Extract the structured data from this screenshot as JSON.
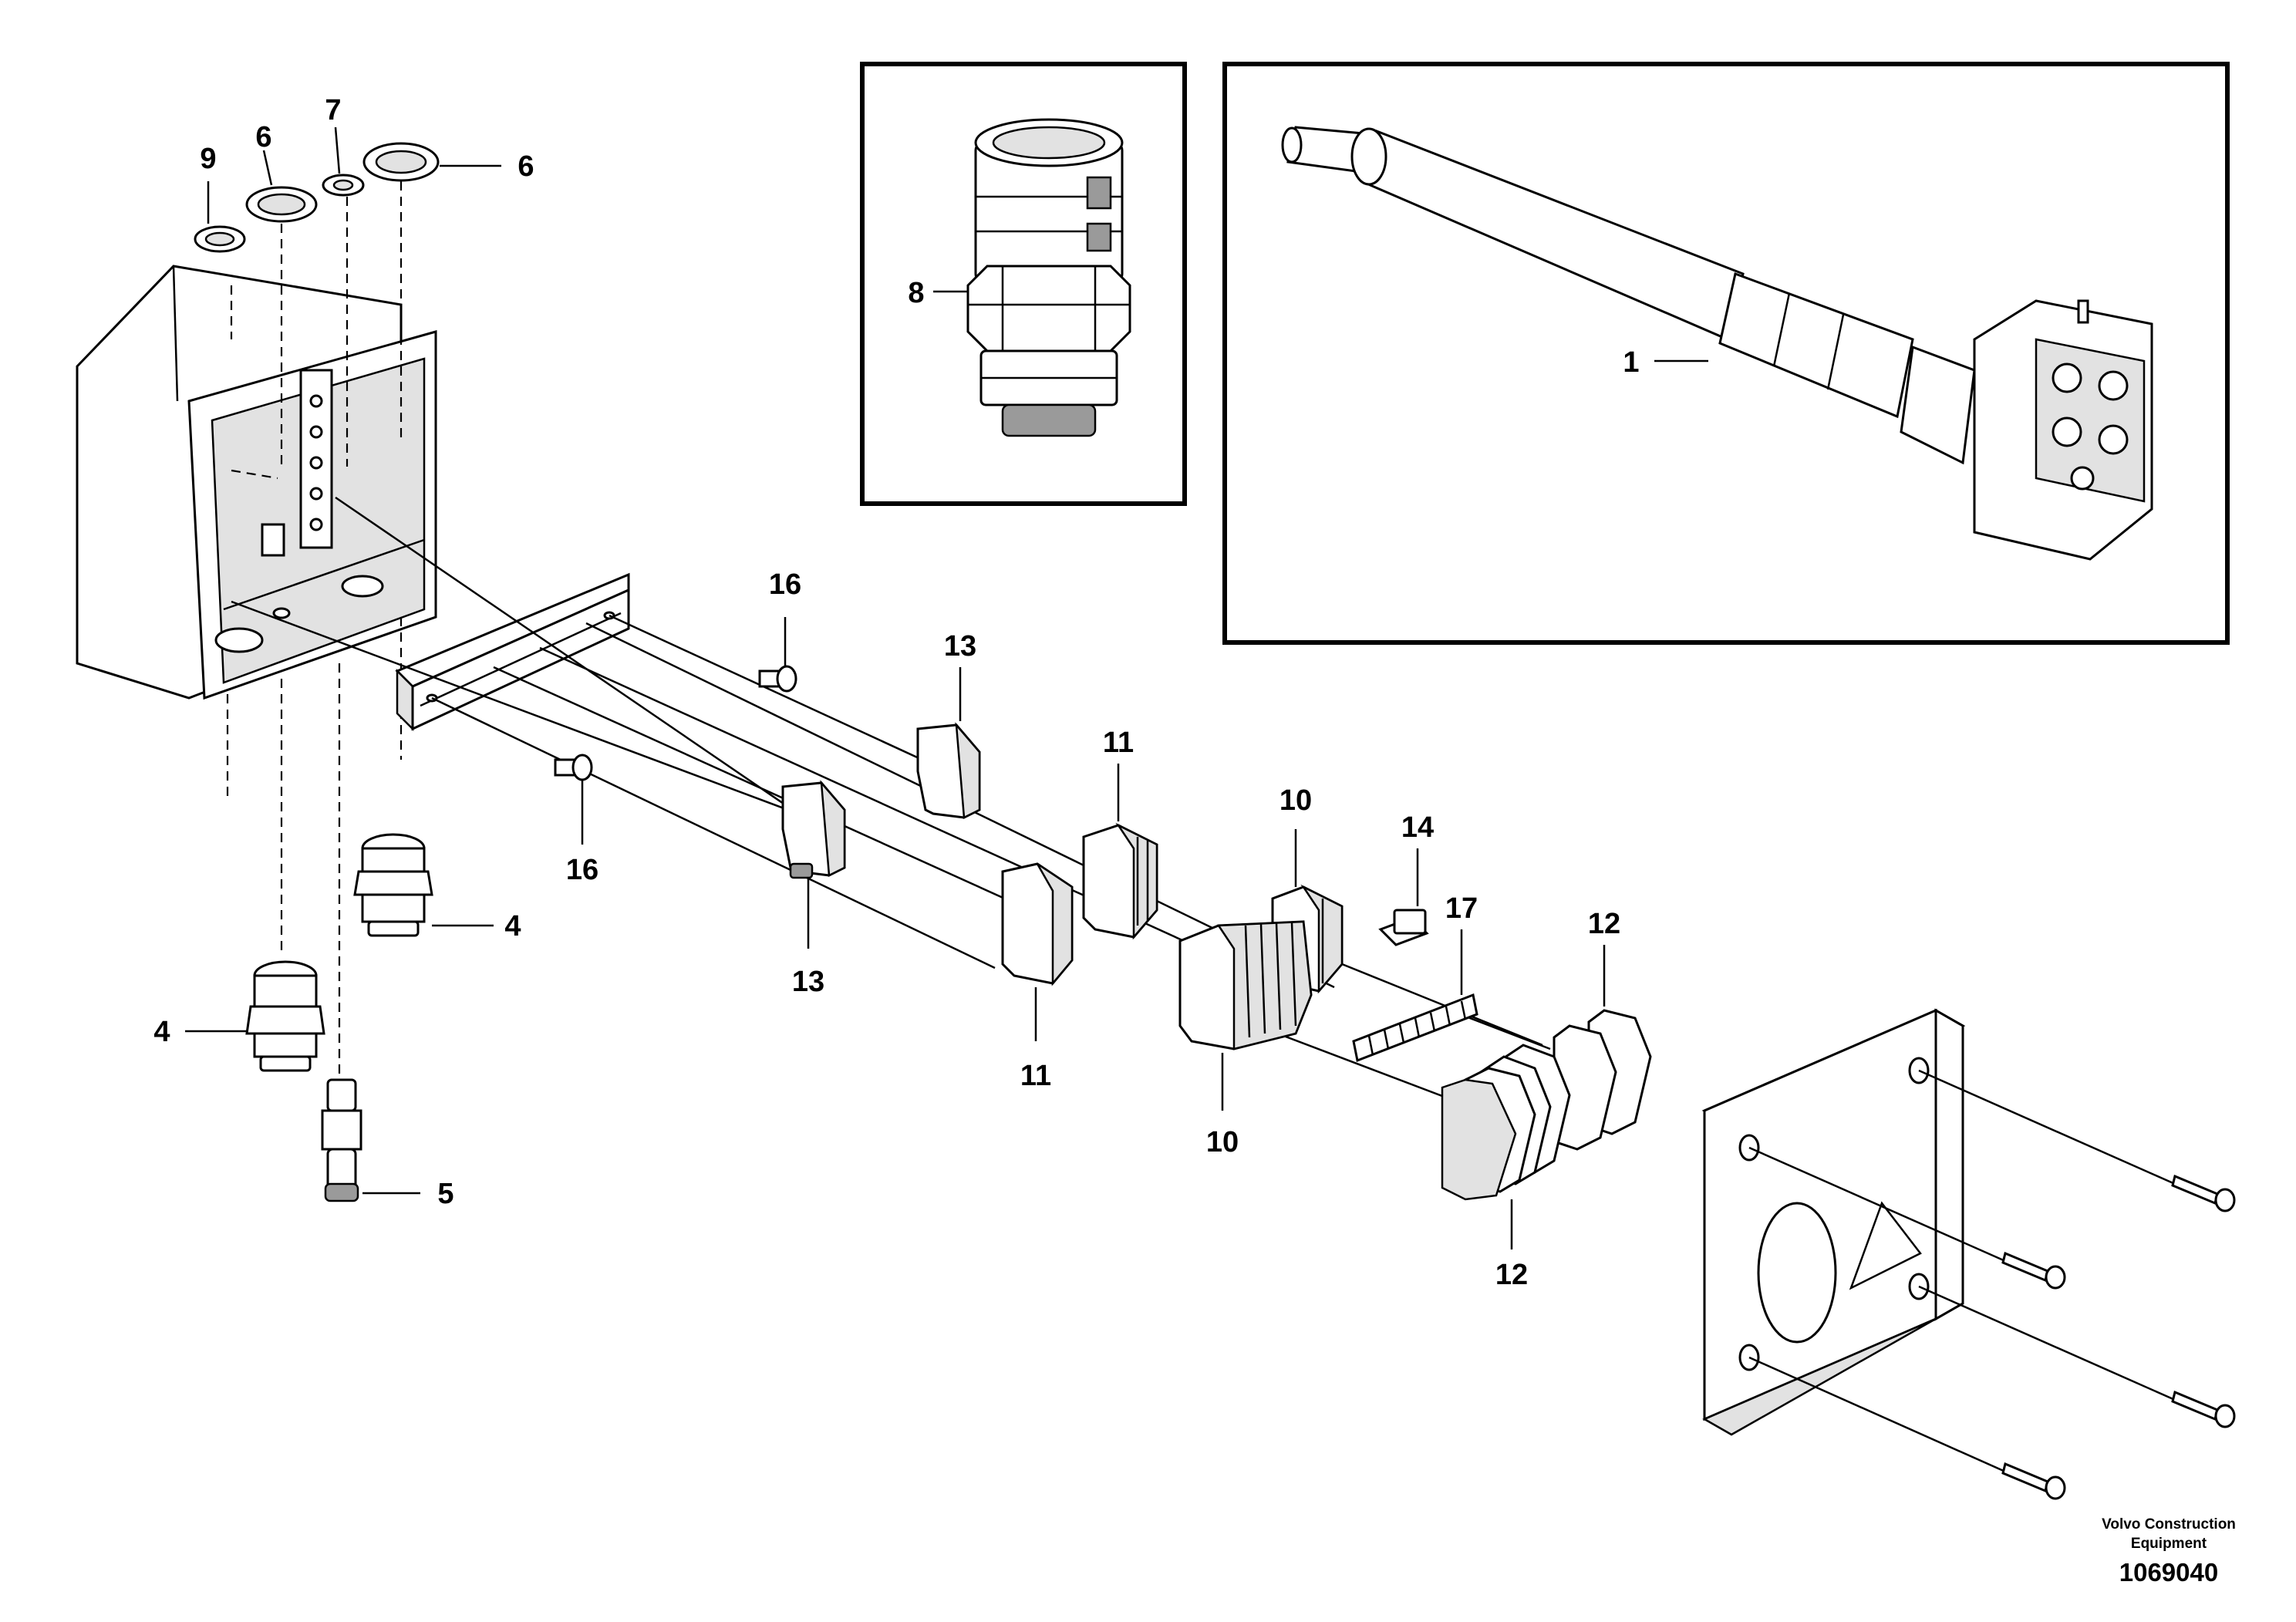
{
  "callouts": {
    "c9": "9",
    "c6a": "6",
    "c7": "7",
    "c6b": "6",
    "c8": "8",
    "c1": "1",
    "c16a": "16",
    "c16b": "16",
    "c13a": "13",
    "c13b": "13",
    "c11a": "11",
    "c11b": "11",
    "c10a": "10",
    "c10b": "10",
    "c14": "14",
    "c17": "17",
    "c12a": "12",
    "c12b": "12",
    "c4a": "4",
    "c4b": "4",
    "c5": "5"
  },
  "footer": {
    "company_line1": "Volvo Construction",
    "company_line2": "Equipment",
    "figure_number": "1069040"
  },
  "icons": {
    "warning": "warning-triangle-icon"
  }
}
